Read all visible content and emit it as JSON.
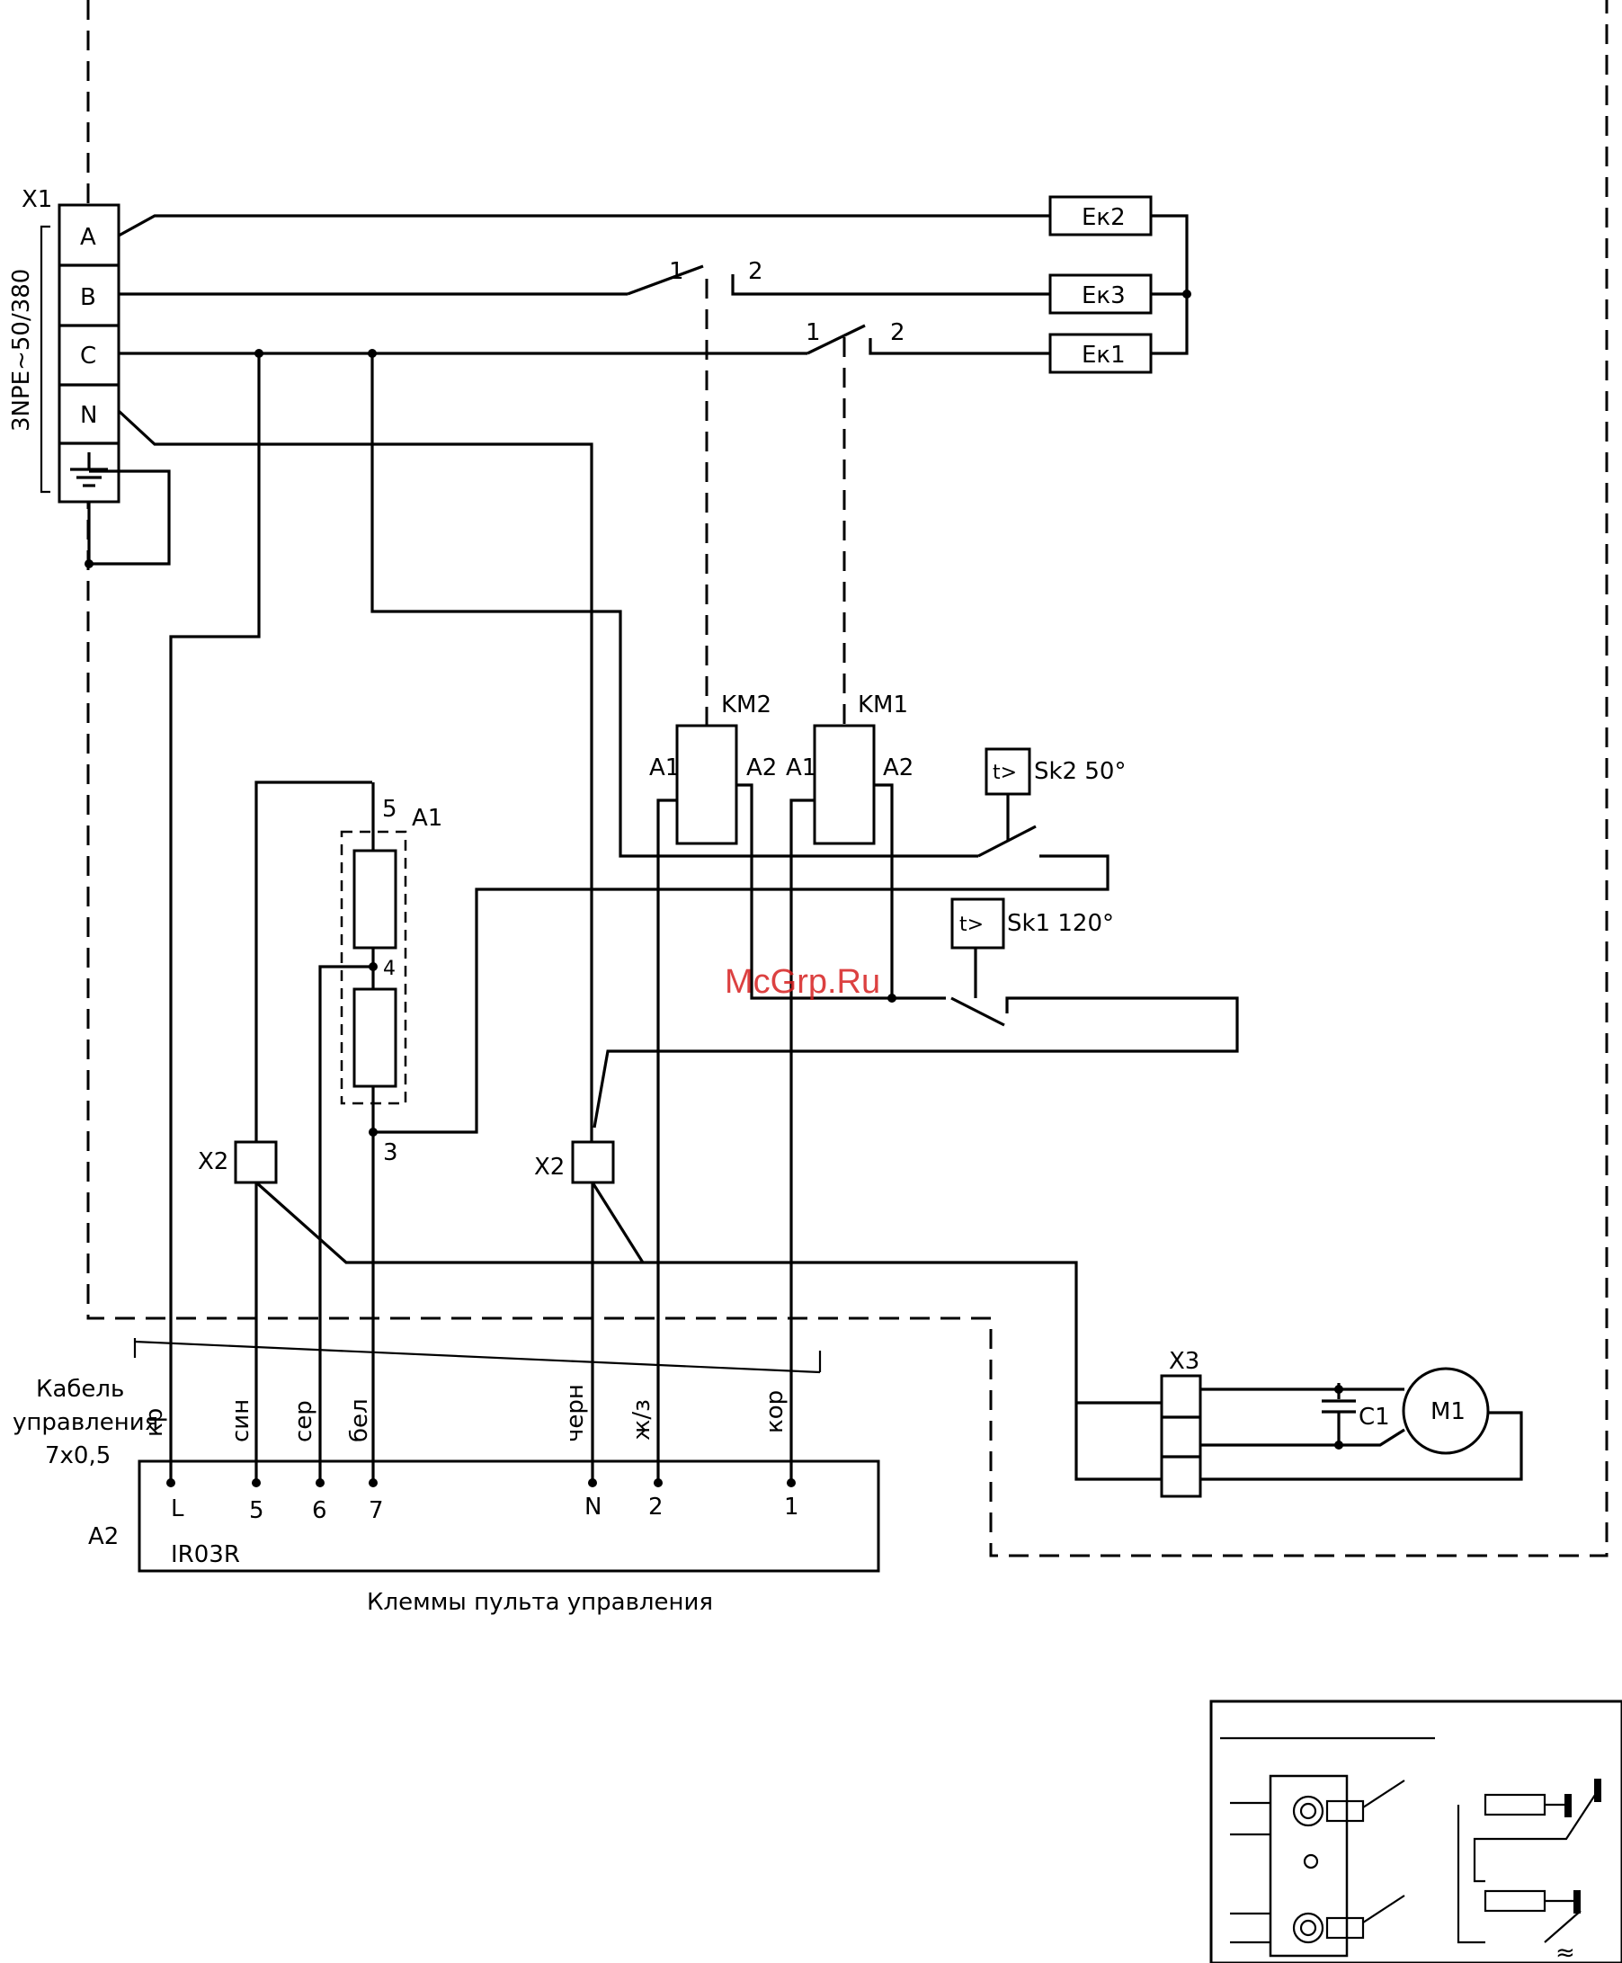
{
  "watermark": "McGrp.Ru",
  "power": {
    "connector_label": "X1",
    "supply_label": "3NPE~50/380",
    "terminals": [
      "A",
      "B",
      "C",
      "N"
    ],
    "ground_symbol": "⏚"
  },
  "heaters": {
    "ek2": "Eк2",
    "ek3": "Eк3",
    "ek1": "Eк1"
  },
  "contacts": {
    "pin1": "1",
    "pin2": "2"
  },
  "contactors": {
    "km2": "KM2",
    "km1": "KM1",
    "a1": "A1",
    "a2": "A2"
  },
  "thermostats": {
    "sk2": "Sk2 50°",
    "sk1": "Sk1 120°",
    "symbol": "t>"
  },
  "heater_block": {
    "label": "A1",
    "pin5": "5",
    "pin4": "4",
    "pin3": "3"
  },
  "x2_label": "X2",
  "x3_label": "X3",
  "capacitor_label": "C1",
  "motor_label": "M1",
  "cable": {
    "title_line1": "Кабель",
    "title_line2": "управления",
    "title_line3": "7х0,5",
    "wires": [
      "кр",
      "син",
      "сер",
      "бел",
      "черн",
      "ж/з",
      "кор"
    ]
  },
  "panel": {
    "designator": "A2",
    "model": "IR03R",
    "terminals": [
      "L",
      "5",
      "6",
      "7",
      "N",
      "2",
      "1"
    ],
    "caption": "Клеммы пульта управления"
  },
  "inset_symbol": "≈"
}
